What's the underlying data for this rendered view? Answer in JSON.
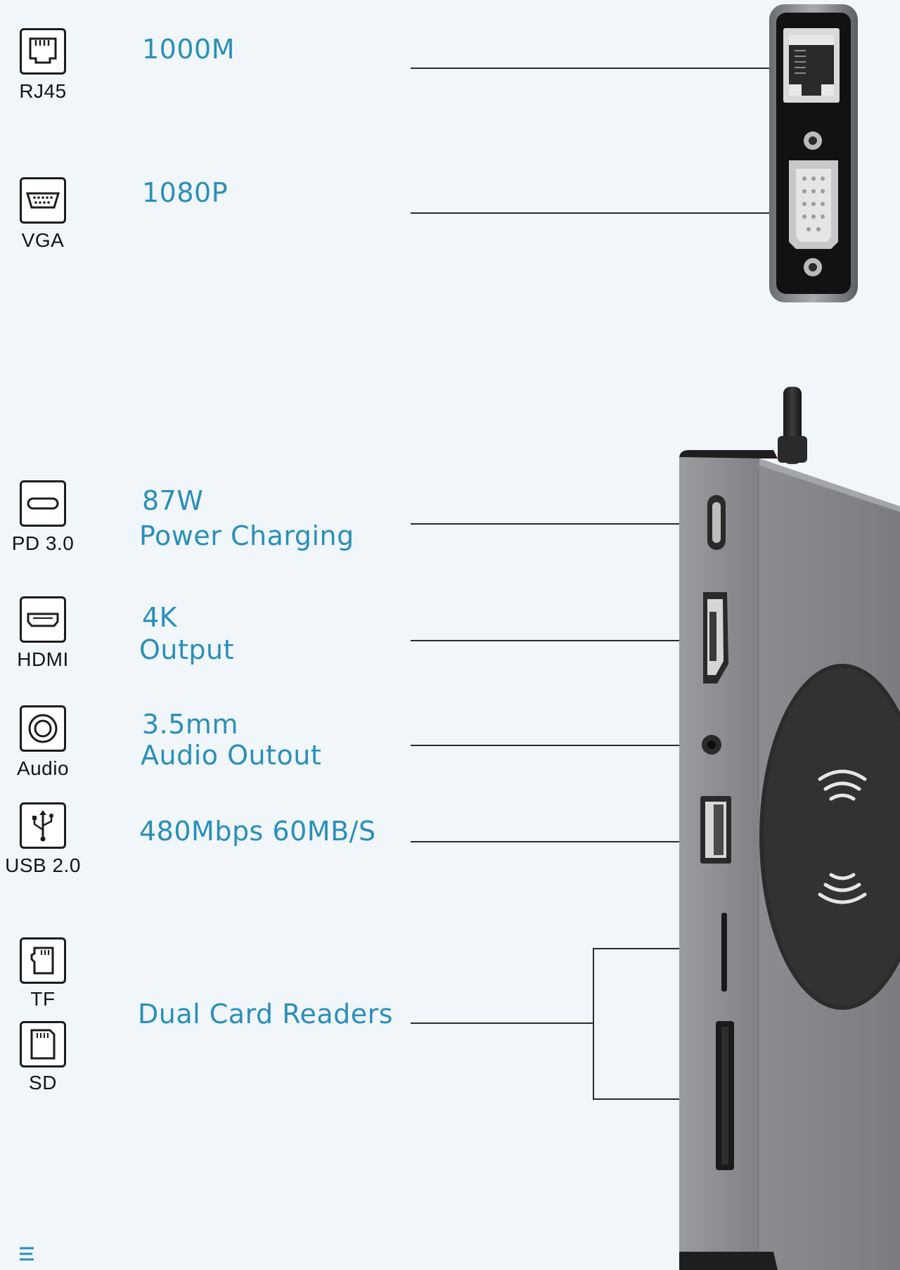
{
  "ports": [
    {
      "id": "rj45",
      "icon": "ethernet-port-icon",
      "label": "RJ45",
      "spec": [
        "1000M"
      ]
    },
    {
      "id": "vga",
      "icon": "vga-port-icon",
      "label": "VGA",
      "spec": [
        "1080P"
      ]
    },
    {
      "id": "pd",
      "icon": "usb-c-port-icon",
      "label": "PD 3.0",
      "spec": [
        "87W",
        "Power Charging"
      ]
    },
    {
      "id": "hdmi",
      "icon": "hdmi-port-icon",
      "label": "HDMI",
      "spec": [
        "4K",
        "Output"
      ]
    },
    {
      "id": "audio",
      "icon": "audio-jack-icon",
      "label": "Audio",
      "spec": [
        "3.5mm",
        "Audio Outout"
      ]
    },
    {
      "id": "usb",
      "icon": "usb-icon",
      "label": "USB 2.0",
      "spec": [
        "480Mbps  60MB/S"
      ]
    },
    {
      "id": "tf",
      "icon": "tf-card-icon",
      "label": "TF",
      "spec": []
    },
    {
      "id": "sd",
      "icon": "sd-card-icon",
      "label": "SD",
      "spec": [
        "Dual Card Readers"
      ]
    }
  ],
  "colors": {
    "spec_text": "#2a8fb8",
    "device_body": "#8d8f93",
    "background": "#f1f6fb"
  }
}
